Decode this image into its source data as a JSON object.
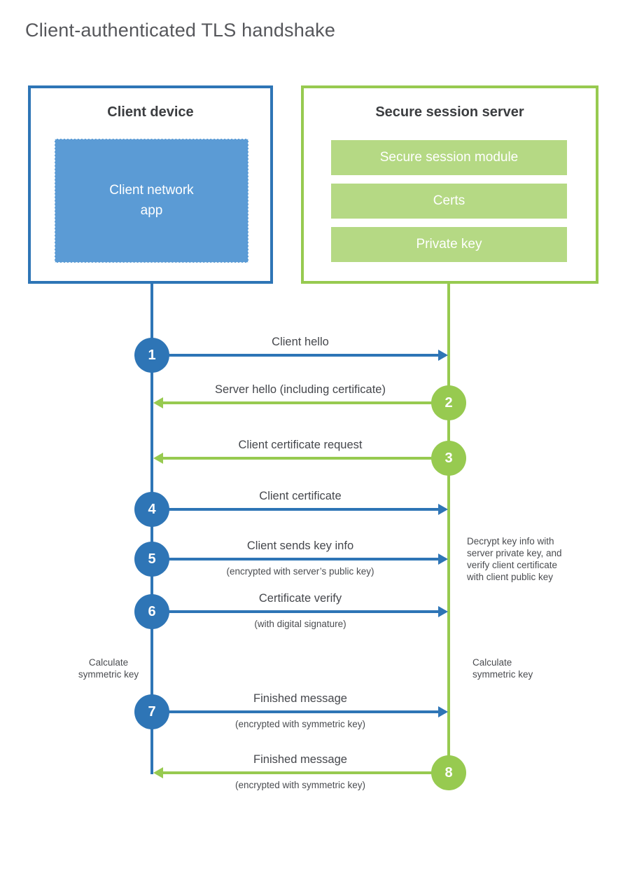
{
  "title": "Client-authenticated TLS handshake",
  "colors": {
    "blue": "#2e75b6",
    "blue_fill": "#5b9bd5",
    "green": "#97ca50",
    "green_fill": "#b5d984"
  },
  "client": {
    "heading": "Client device",
    "app_label": "Client network\napp"
  },
  "server": {
    "heading": "Secure session server",
    "modules": [
      "Secure session module",
      "Certs",
      "Private key"
    ]
  },
  "steps": [
    {
      "num": "1",
      "direction": "client-to-server",
      "label": "Client hello",
      "sub": ""
    },
    {
      "num": "2",
      "direction": "server-to-client",
      "label": "Server hello (including certificate)",
      "sub": ""
    },
    {
      "num": "3",
      "direction": "server-to-client",
      "label": "Client certificate request",
      "sub": ""
    },
    {
      "num": "4",
      "direction": "client-to-server",
      "label": "Client certificate",
      "sub": ""
    },
    {
      "num": "5",
      "direction": "client-to-server",
      "label": "Client sends key info",
      "sub": "(encrypted with server’s public key)"
    },
    {
      "num": "6",
      "direction": "client-to-server",
      "label": "Certificate verify",
      "sub": "(with digital signature)"
    },
    {
      "num": "7",
      "direction": "client-to-server",
      "label": "Finished message",
      "sub": "(encrypted with symmetric key)"
    },
    {
      "num": "8",
      "direction": "server-to-client",
      "label": "Finished message",
      "sub": "(encrypted with symmetric key)"
    }
  ],
  "annotations": {
    "decrypt_note": "Decrypt key info with\nserver private key, and\nverify client certificate\nwith client public key",
    "calc_left": "Calculate\nsymmetric key",
    "calc_right": "Calculate\nsymmetric key"
  }
}
